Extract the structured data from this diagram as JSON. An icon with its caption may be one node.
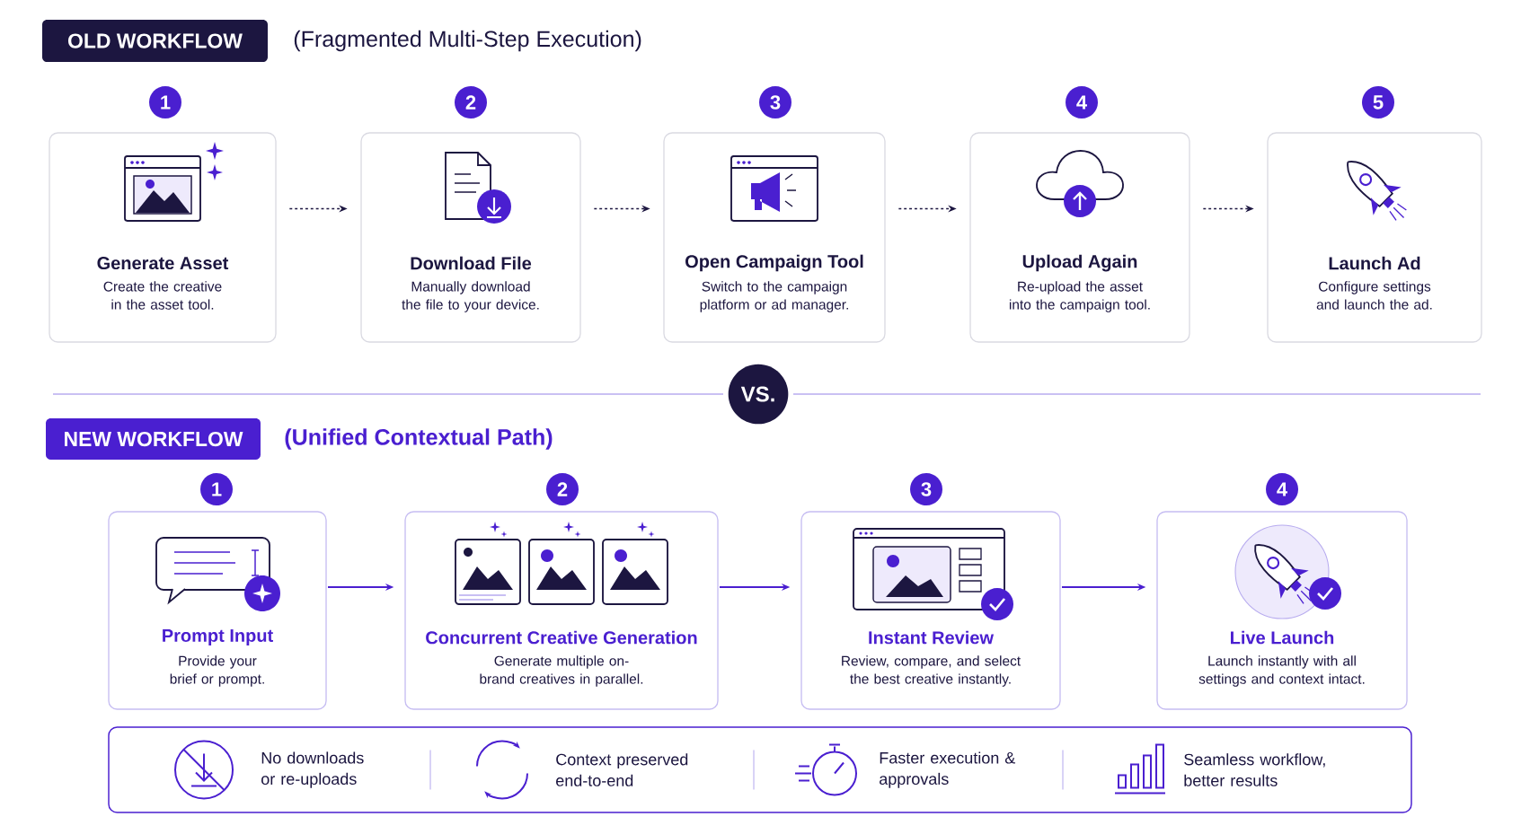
{
  "diagram": {
    "nodes": [
      {
        "text": [
          "OLD WORKFLOW"
        ],
        "beside": [
          "(Fragmented Multi-Step Execution)"
        ]
      },
      {
        "text": [
          "1"
        ]
      },
      {
        "text": [
          "2"
        ]
      },
      {
        "text": [
          "3"
        ]
      },
      {
        "text": [
          "4"
        ]
      },
      {
        "text": [
          "5"
        ]
      },
      {
        "text": [
          "Generate Asset",
          "Create the creative in the asset tool."
        ]
      },
      {
        "text": [
          "Download File",
          "Manually download the file to your device."
        ]
      },
      {
        "text": [
          "Open Campaign Tool",
          "Switch to the campaign platform or ad manager."
        ]
      },
      {
        "text": [
          "Upload Again",
          "Re-upload the asset into the campaign tool."
        ]
      },
      {
        "text": [
          "Launch Ad",
          "Configure settings and launch the ad."
        ]
      },
      {
        "text": [
          "VS."
        ]
      },
      {
        "text": [
          "NEW WORKFLOW"
        ],
        "beside": [
          "(Unified Contextual Path)"
        ]
      },
      {
        "text": [
          "1"
        ]
      },
      {
        "text": [
          "2"
        ]
      },
      {
        "text": [
          "3"
        ]
      },
      {
        "text": [
          "4"
        ]
      },
      {
        "text": [
          "Prompt Input",
          "Provide your brief or prompt."
        ]
      },
      {
        "text": [
          "Concurrent Creative Generation",
          "Generate multiple on-brand creatives in parallel."
        ]
      },
      {
        "text": [
          "Instant Review",
          "Review, compare, and select the best creative instantly."
        ]
      },
      {
        "text": [
          "Live Launch",
          "Launch instantly with all settings and context intact."
        ]
      },
      {
        "text": [
          "No downloads or re-uploads",
          "Context preserved end-to-end",
          "Faster execution & approvals",
          "Seamless workflow, better results"
        ]
      }
    ],
    "edges": [
      {
        "from": 6,
        "to": 7,
        "arrow": "to",
        "style": "dashed"
      },
      {
        "from": 7,
        "to": 8,
        "arrow": "to",
        "style": "dashed"
      },
      {
        "from": 8,
        "to": 9,
        "arrow": "to",
        "style": "dashed"
      },
      {
        "from": 9,
        "to": 10,
        "arrow": "to",
        "style": "dashed"
      },
      {
        "from": 17,
        "to": 18,
        "arrow": "to",
        "color": "#4a1fd0"
      },
      {
        "from": 18,
        "to": 19,
        "arrow": "to",
        "color": "#4a1fd0"
      },
      {
        "from": 19,
        "to": 20,
        "arrow": "to",
        "color": "#4a1fd0"
      }
    ]
  }
}
